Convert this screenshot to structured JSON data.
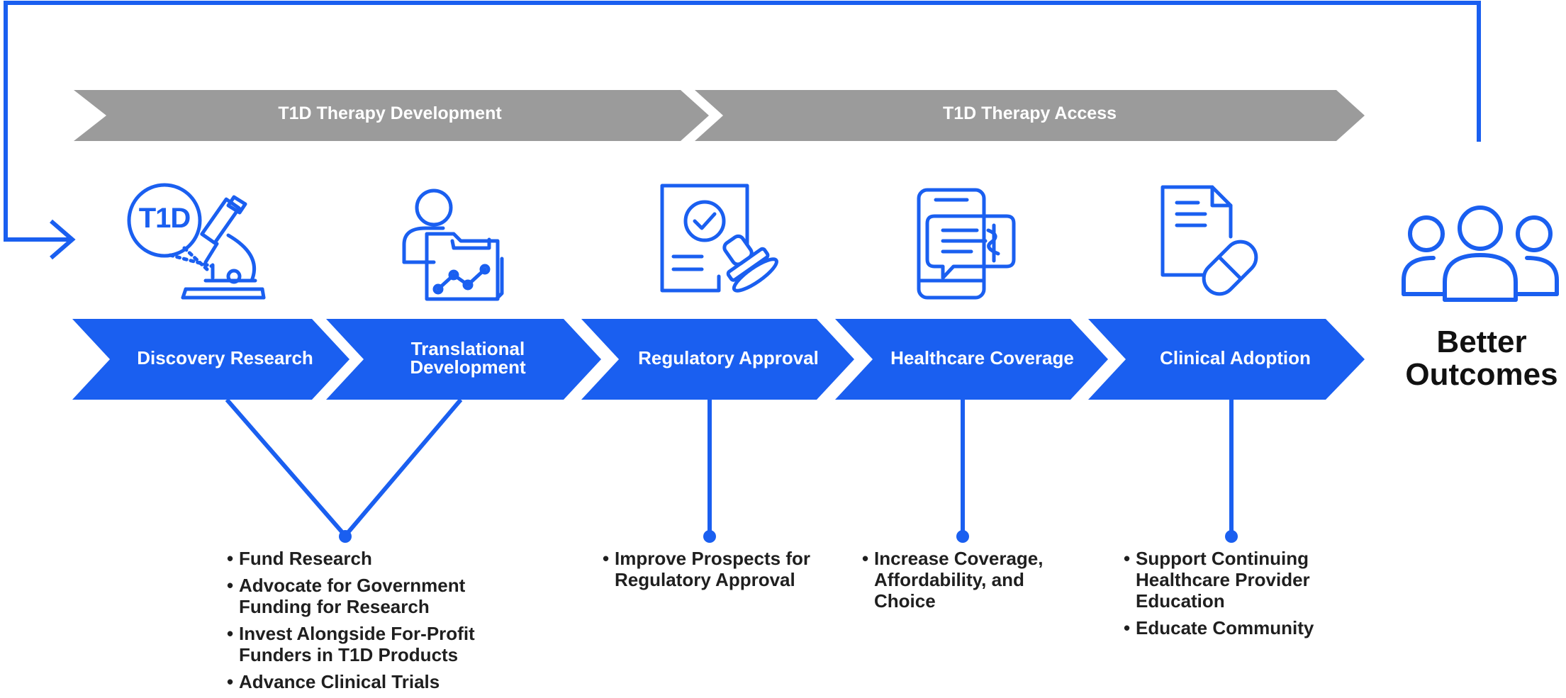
{
  "colors": {
    "accent": "#1a5ff0",
    "phase_gray": "#9b9b9b",
    "text_dark": "#1f1f1f"
  },
  "phases": [
    {
      "label": "T1D Therapy Development"
    },
    {
      "label": "T1D Therapy Access"
    }
  ],
  "stages": [
    {
      "label": "Discovery Research",
      "icon": "microscope-icon",
      "icon_text": "T1D"
    },
    {
      "label": "Translational Development",
      "icon": "researcher-folder-icon"
    },
    {
      "label": "Regulatory Approval",
      "icon": "approval-stamp-icon"
    },
    {
      "label": "Healthcare Coverage",
      "icon": "mobile-chat-icon"
    },
    {
      "label": "Clinical Adoption",
      "icon": "prescription-pill-icon"
    }
  ],
  "outcome": {
    "line1": "Better",
    "line2": "Outcomes",
    "icon": "people-group-icon"
  },
  "bullet_groups": [
    {
      "items": [
        "Fund Research",
        "Advocate for Government Funding for Research",
        "Invest Alongside For-Profit Funders in T1D Products",
        "Advance Clinical Trials"
      ]
    },
    {
      "items": [
        "Improve Prospects for Regulatory Approval"
      ]
    },
    {
      "items": [
        "Increase Coverage, Affordability, and Choice"
      ]
    },
    {
      "items": [
        "Support Continuing Healthcare Provider Education",
        "Educate Community"
      ]
    }
  ]
}
